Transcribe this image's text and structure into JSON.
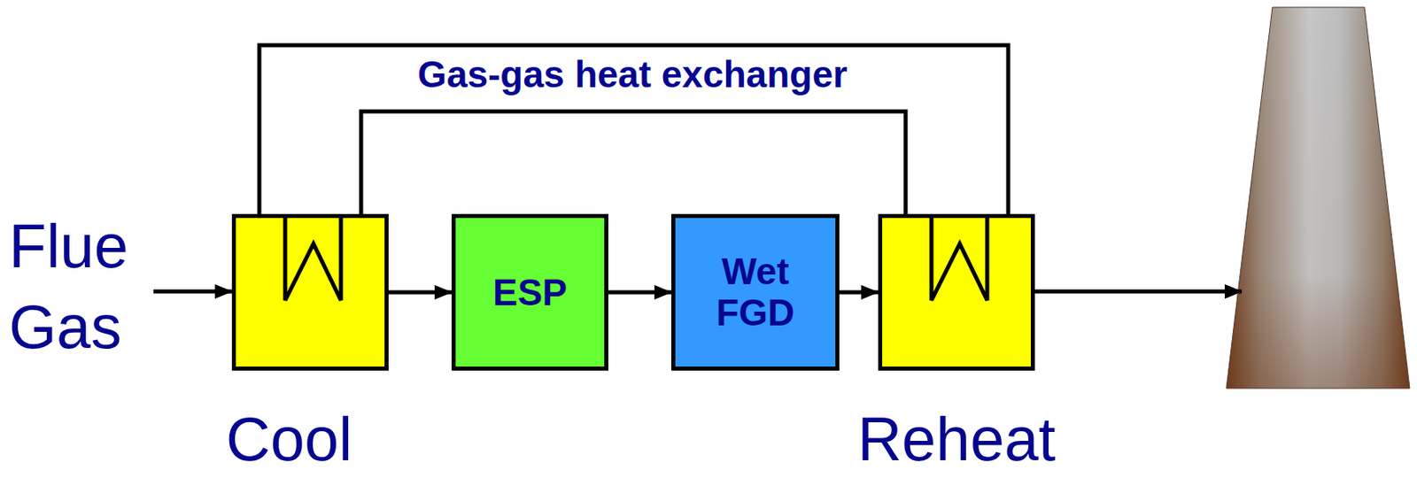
{
  "diagram": {
    "nodes": [
      {
        "text": [
          "Cool"
        ]
      },
      {
        "text": [
          "ESP"
        ]
      },
      {
        "text": [
          "Wet FGD"
        ]
      },
      {
        "text": [
          "Reheat"
        ]
      }
    ],
    "edges": [
      {
        "from": 0,
        "to": 1,
        "arrow": "to"
      },
      {
        "from": 1,
        "to": 2,
        "arrow": "to"
      },
      {
        "from": 2,
        "to": 3,
        "arrow": "to"
      },
      {
        "from": 0,
        "to": 3,
        "arrow": "none"
      },
      {
        "from": 0,
        "to": 3,
        "arrow": "none"
      }
    ],
    "labels": [
      "Flue Gas",
      "Gas-gas heat exchanger"
    ]
  }
}
